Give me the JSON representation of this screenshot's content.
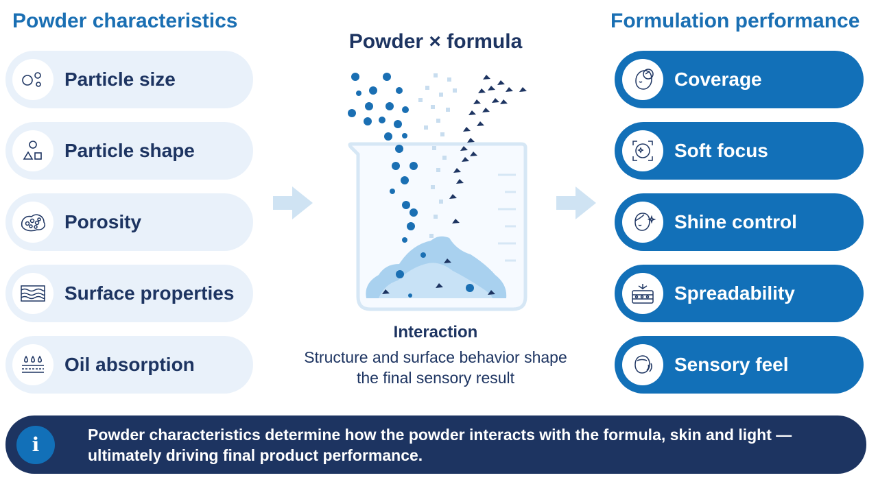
{
  "left_title": "Powder characteristics",
  "right_title": "Formulation performance",
  "center": {
    "title": "Powder × formula",
    "subtitle": "Interaction",
    "description": "Structure and surface behavior shape the final sensory result"
  },
  "characteristics": [
    {
      "label": "Particle size",
      "icon": "particle-size-icon"
    },
    {
      "label": "Particle shape",
      "icon": "particle-shape-icon"
    },
    {
      "label": "Porosity",
      "icon": "porosity-icon"
    },
    {
      "label": "Surface properties",
      "icon": "surface-properties-icon"
    },
    {
      "label": "Oil absorption",
      "icon": "oil-absorption-icon"
    }
  ],
  "performance": [
    {
      "label": "Coverage",
      "icon": "coverage-face-icon"
    },
    {
      "label": "Soft focus",
      "icon": "soft-focus-icon"
    },
    {
      "label": "Shine control",
      "icon": "shine-control-icon"
    },
    {
      "label": "Spreadability",
      "icon": "spreadability-icon"
    },
    {
      "label": "Sensory feel",
      "icon": "sensory-feel-icon"
    }
  ],
  "info": {
    "icon_glyph": "i",
    "text": "Powder characteristics determine how the powder interacts with the formula, skin and light — ultimately driving final product performance."
  },
  "colors": {
    "primary_blue": "#1270b8",
    "navy": "#1d3461",
    "light_pill": "#e9f1fa",
    "arrow": "#cfe3f3"
  }
}
